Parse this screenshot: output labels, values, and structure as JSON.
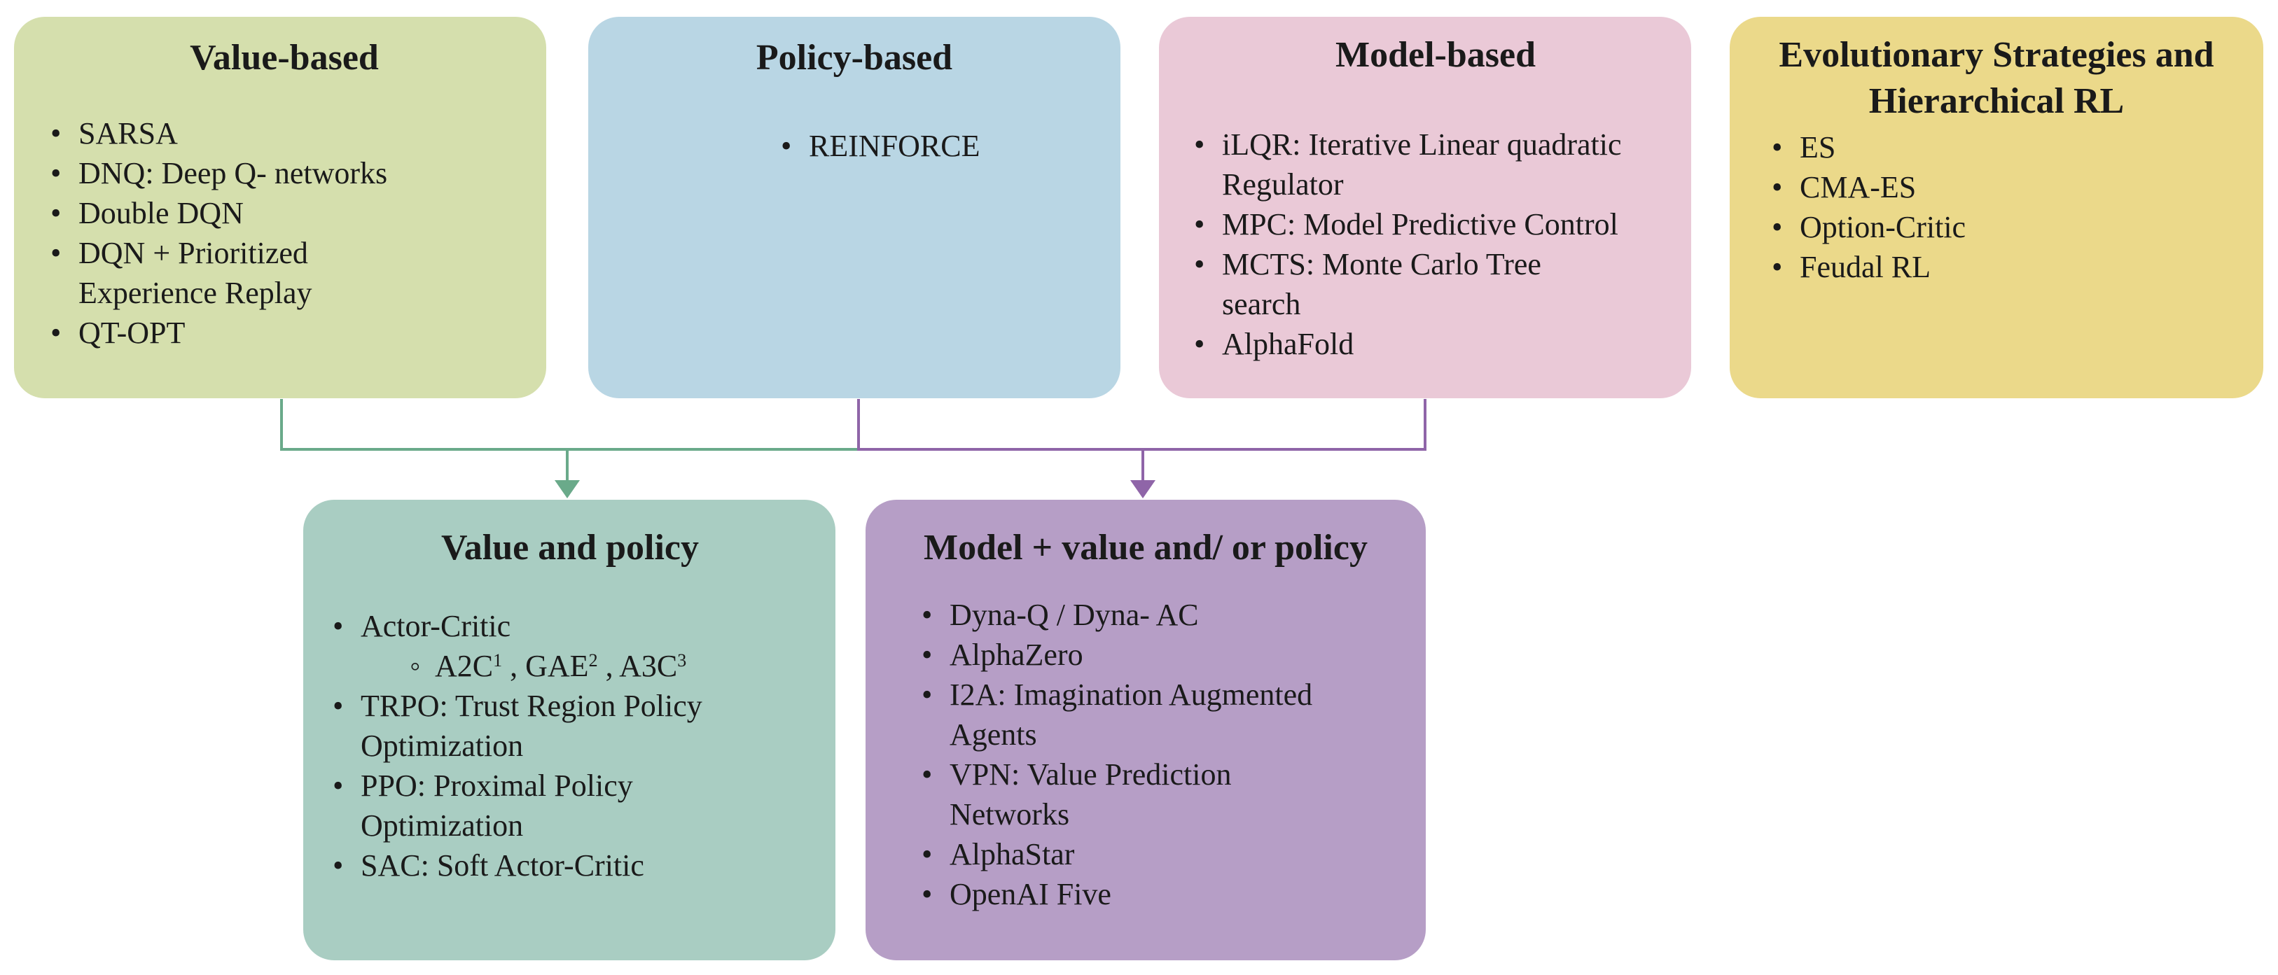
{
  "colors": {
    "value_based": "#d5dfad",
    "policy_based": "#b9d6e4",
    "model_based": "#eac9d7",
    "evolutionary": "#ebd98a",
    "value_and_policy": "#a9cdc2",
    "model_value_policy": "#b69ec6",
    "connector_green": "#6aaa8a",
    "connector_purple": "#8f65a8"
  },
  "boxes": {
    "value_based": {
      "title": "Value-based",
      "items": [
        "SARSA",
        "DNQ: Deep Q- networks",
        "Double DQN",
        "DQN + Prioritized Experience Replay",
        "QT-OPT"
      ]
    },
    "policy_based": {
      "title": "Policy-based",
      "items": [
        "REINFORCE"
      ]
    },
    "model_based": {
      "title": "Model-based",
      "items": [
        "iLQR: Iterative Linear quadratic Regulator",
        "MPC: Model Predictive Control",
        "MCTS: Monte Carlo Tree search",
        "AlphaFold"
      ]
    },
    "evolutionary": {
      "title": "Evolutionary Strategies and Hierarchical RL",
      "items": [
        "ES",
        "CMA-ES",
        "Option-Critic",
        "Feudal RL"
      ]
    },
    "value_and_policy": {
      "title": "Value and policy",
      "actor_critic": "Actor-Critic",
      "actor_critic_sub": {
        "a2c": "A2C",
        "a2c_sup": "1",
        "sep1": " , ",
        "gae": "GAE",
        "gae_sup": "2",
        "sep2": " , ",
        "a3c": "A3C",
        "a3c_sup": "3"
      },
      "items": [
        "TRPO: Trust Region Policy Optimization",
        "PPO: Proximal Policy Optimization",
        "SAC: Soft Actor-Critic"
      ]
    },
    "model_value_policy": {
      "title": "Model + value and/ or policy",
      "items": [
        "Dyna-Q / Dyna- AC",
        "AlphaZero",
        "I2A: Imagination Augmented Agents",
        "VPN: Value Prediction Networks",
        "AlphaStar",
        "OpenAI Five"
      ]
    }
  }
}
